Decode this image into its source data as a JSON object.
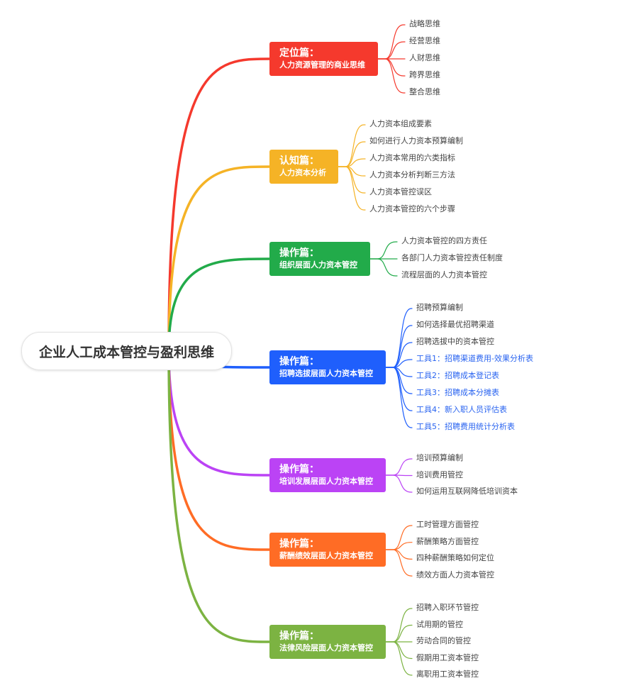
{
  "root": {
    "title": "企业人工成本管控与盈利思维"
  },
  "branches": [
    {
      "title": "定位篇：",
      "subtitle": "人力资源管理的商业思维",
      "color": "#f5392d",
      "children": [
        "战略思维",
        "经营思维",
        "人财思维",
        "跨界思维",
        "整合思维"
      ]
    },
    {
      "title": "认知篇：",
      "subtitle": "人力资本分析",
      "color": "#f5b326",
      "children": [
        "人力资本组成要素",
        "如何进行人力资本预算编制",
        "人力资本常用的六类指标",
        "人力资本分析判断三方法",
        "人力资本管控误区",
        "人力资本管控的六个步骤"
      ]
    },
    {
      "title": "操作篇：",
      "subtitle": "组织层面人力资本管控",
      "color": "#22ab4a",
      "children": [
        "人力资本管控的四方责任",
        "各部门人力资本管控责任制度",
        "流程层面的人力资本管控"
      ]
    },
    {
      "title": "操作篇：",
      "subtitle": "招聘选拔层面人力资本管控",
      "color": "#1f5ffc",
      "children": [
        "招聘预算编制",
        "如何选择最优招聘渠道",
        "招聘选拔中的资本管控",
        "工具1：招聘渠道费用-效果分析表",
        "工具2：招聘成本登记表",
        "工具3：招聘成本分摊表",
        "工具4：新入职人员评估表",
        "工具5：招聘费用统计分析表"
      ],
      "link_children": [
        3,
        4,
        5,
        6,
        7
      ],
      "link_color": "#2a64f0"
    },
    {
      "title": "操作篇：",
      "subtitle": "培训发展层面人力资本管控",
      "color": "#bb43f5",
      "children": [
        "培训预算编制",
        "培训费用管控",
        "如何运用互联网降低培训资本"
      ]
    },
    {
      "title": "操作篇：",
      "subtitle": "薪酬绩效层面人力资本管控",
      "color": "#ff6c25",
      "children": [
        "工时管理方面管控",
        "薪酬策略方面管控",
        "四种薪酬策略如何定位",
        "绩效方面人力资本管控"
      ]
    },
    {
      "title": "操作篇：",
      "subtitle": "法律风险层面人力资本管控",
      "color": "#7cb342",
      "children": [
        "招聘入职环节管控",
        "试用期的管控",
        "劳动合同的管控",
        "假期用工资本管控",
        "离职用工资本管控"
      ]
    }
  ]
}
